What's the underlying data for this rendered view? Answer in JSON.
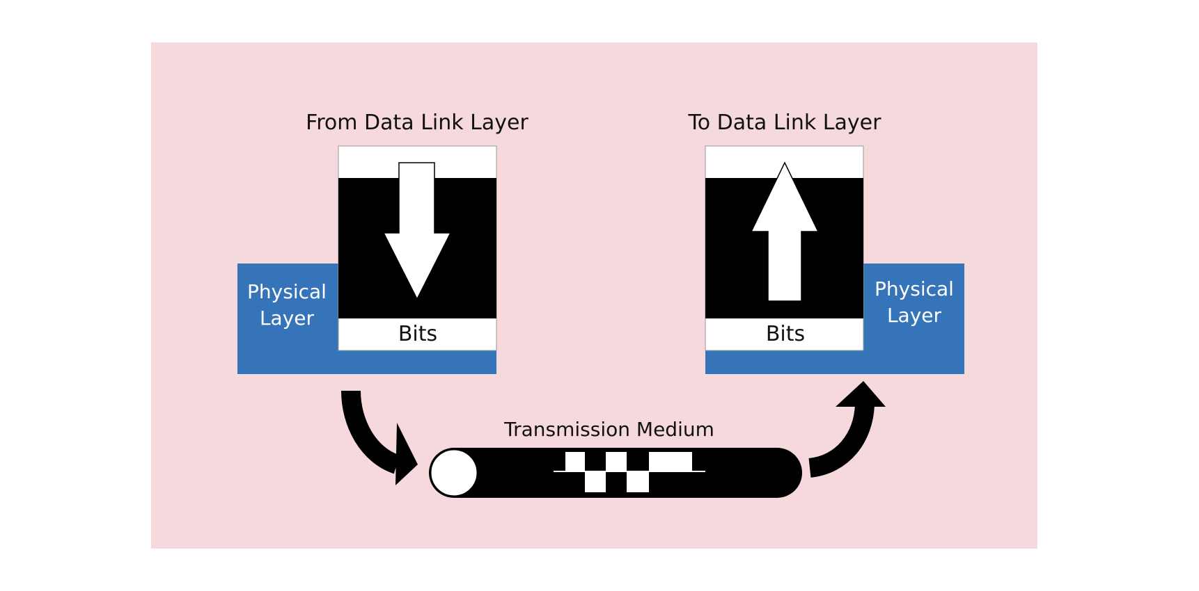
{
  "diagram": {
    "left_header": "From Data Link Layer",
    "right_header": "To Data Link Layer",
    "left_physical": {
      "line1": "Physical",
      "line2": "Layer"
    },
    "right_physical": {
      "line1": "Physical",
      "line2": "Layer"
    },
    "left_bits": "Bits",
    "right_bits": "Bits",
    "medium_label": "Transmission Medium"
  },
  "colors": {
    "background": "#f5d9dd",
    "physical_layer": "#3674b9",
    "black": "#000000",
    "white": "#ffffff"
  }
}
